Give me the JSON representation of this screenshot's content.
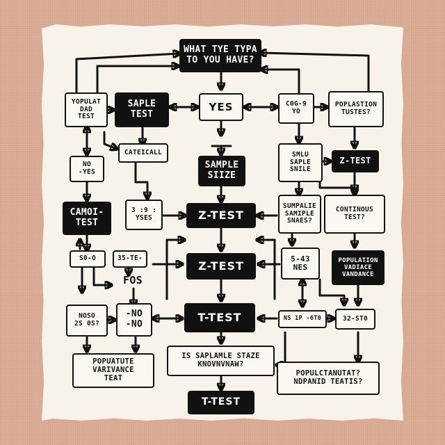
{
  "nodes": {
    "what_type": "WHAT TYE TYPA\nTO YOU HAVE?",
    "populat_dad_test": "YOPULAT\nDAD\nTEST",
    "saple_test": "SAPLE\nTEST",
    "yes_top": "YES",
    "c0g9_yo": "C0G-9\nYO",
    "poplastion_tustes": "POPLASTION\nTUSTES?",
    "cateicall": "CATEICALL",
    "no_yes": "NO\n-YES",
    "sample_siize": "SAMPLE\nSIIZE",
    "smlu_saple_snile": "SMLU\nSAPLE\nSNILE",
    "z_test_right": "Z-TEST",
    "camoi_test": "CAMOI-\nTEST",
    "39_yses": "3 :9 :\nYSES",
    "z_test_center": "Z-TEST",
    "sumpalie": "SUMPALIE\nSAMIPLE\nSNAES?",
    "continous_test": "CONTINOUS\nTEST?",
    "s0_o": "S0-O",
    "35_te": "35-TE-",
    "fos": "FOS",
    "z_test_mid": "Z-TEST",
    "5_43_nes": "5-43\nNES",
    "population_vadiace": "POPULATION\nVADIACE\nVANDANCE",
    "noso_2s": "NOSO\n2S 0S?",
    "no_no": "-NO\n-NO",
    "t_test_mid": "T-TEST",
    "ns_1p_6t0": "NS 1P -6T0",
    "32_st0": "32-ST0",
    "popuatute": "POPUATUTE\nVARIVANCE\nTEAT",
    "is_saplamle": "IS SAPLAMLE STAZE\nKNOVNVNAW?",
    "populctanutat": "POPULCTANUTAT?\nNDPANID TEATIS?",
    "t_test_bottom": "T-TEST"
  }
}
